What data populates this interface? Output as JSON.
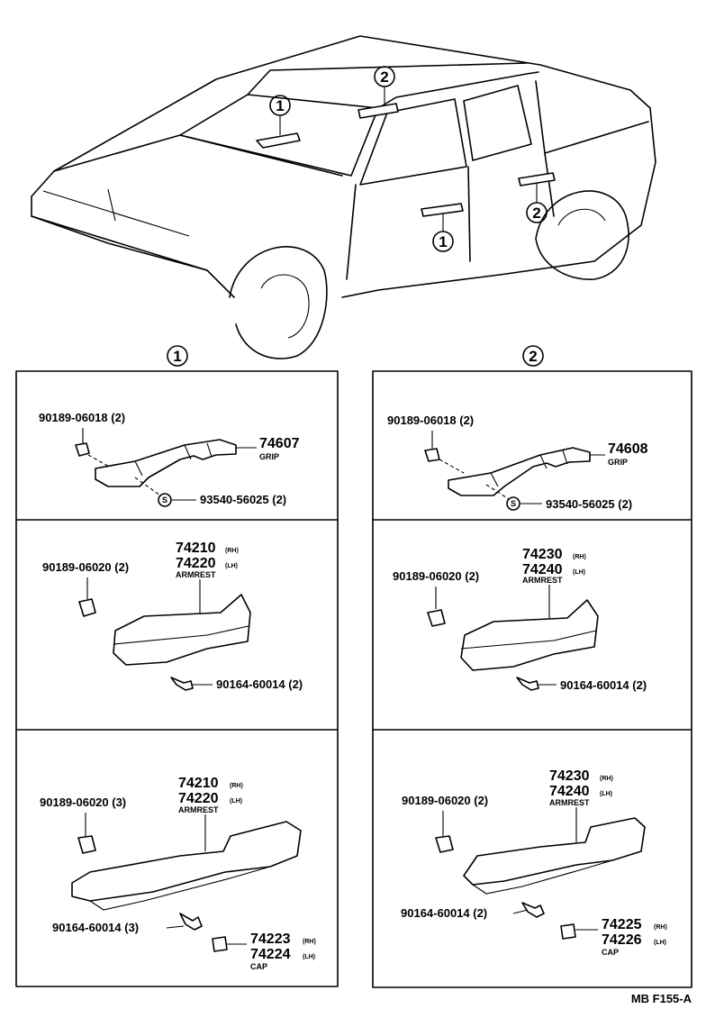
{
  "callouts": {
    "c1": "1",
    "c2": "2"
  },
  "panel1": {
    "header": "1",
    "grip": {
      "clip": "90189-06018 (2)",
      "part": "74607",
      "name": "GRIP",
      "screw_mark": "S",
      "screw": "93540-56025 (2)"
    },
    "armrest_front": {
      "clip": "90189-06020 (2)",
      "rh": "74210",
      "rh_tag": "(RH)",
      "lh": "74220",
      "lh_tag": "(LH)",
      "name": "ARMREST",
      "screw": "90164-60014 (2)"
    },
    "armrest_rear": {
      "clip": "90189-06020 (3)",
      "rh": "74210",
      "rh_tag": "(RH)",
      "lh": "74220",
      "lh_tag": "(LH)",
      "name": "ARMREST",
      "screw": "90164-60014 (3)",
      "cap_rh": "74223",
      "cap_rh_tag": "(RH)",
      "cap_lh": "74224",
      "cap_lh_tag": "(LH)",
      "cap_name": "CAP"
    }
  },
  "panel2": {
    "header": "2",
    "grip": {
      "clip": "90189-06018 (2)",
      "part": "74608",
      "name": "GRIP",
      "screw_mark": "S",
      "screw": "93540-56025 (2)"
    },
    "armrest_front": {
      "clip": "90189-06020 (2)",
      "rh": "74230",
      "rh_tag": "(RH)",
      "lh": "74240",
      "lh_tag": "(LH)",
      "name": "ARMREST",
      "screw": "90164-60014 (2)"
    },
    "armrest_rear": {
      "clip": "90189-06020 (2)",
      "rh": "74230",
      "rh_tag": "(RH)",
      "lh": "74240",
      "lh_tag": "(LH)",
      "name": "ARMREST",
      "screw": "90164-60014 (2)",
      "cap_rh": "74225",
      "cap_rh_tag": "(RH)",
      "cap_lh": "74226",
      "cap_lh_tag": "(LH)",
      "cap_name": "CAP"
    }
  },
  "footer_code": "MB F155-A"
}
